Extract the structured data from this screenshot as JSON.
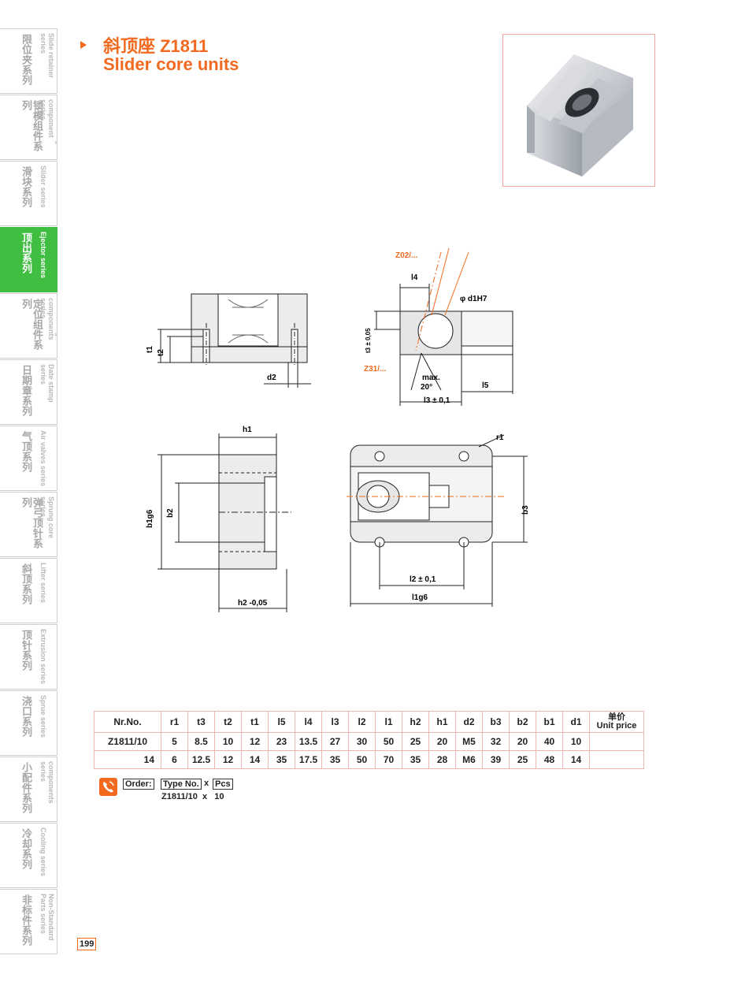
{
  "side_nav": [
    {
      "cn": "限位夹系列",
      "en": "Slide retainer series",
      "active": false
    },
    {
      "cn": "锁模组件系列",
      "en": "Mode locking component series",
      "active": false
    },
    {
      "cn": "滑块系列",
      "en": "Slider series",
      "active": false
    },
    {
      "cn": "顶出系列",
      "en": "Ejector series",
      "active": true
    },
    {
      "cn": "定位组件系列",
      "en": "Positioning components series",
      "active": false
    },
    {
      "cn": "日期章系列",
      "en": "Date stamp series",
      "active": false
    },
    {
      "cn": "气顶系列",
      "en": "Air valves series",
      "active": false
    },
    {
      "cn": "弹弓顶针系列",
      "en": "Sprung core series",
      "active": false
    },
    {
      "cn": "斜顶系列",
      "en": "Lifter series",
      "active": false
    },
    {
      "cn": "顶针系列",
      "en": "Extrusion series",
      "active": false
    },
    {
      "cn": "浇口系列",
      "en": "Sprue series",
      "active": false
    },
    {
      "cn": "小配件系列",
      "en": "Small mould components series",
      "active": false
    },
    {
      "cn": "冷却系列",
      "en": "Cooling series",
      "active": false
    },
    {
      "cn": "非标件系列",
      "en": "Non-Standard Parts series",
      "active": false
    }
  ],
  "header": {
    "title_cn": "斜顶座 Z1811",
    "title_en": "Slider core units"
  },
  "drawing_labels": {
    "t1": "t1",
    "t2": "t2",
    "d2": "d2",
    "l4": "l4",
    "z02": "Z02/...",
    "z31": "Z31/...",
    "d1h7": "φ d1H7",
    "t3": "t3 ± 0,05",
    "max": "max.",
    "deg": "20°",
    "l5": "l5",
    "l3": "l3 ± 0,1",
    "h1": "h1",
    "b1g6": "b1g6",
    "b2": "b2",
    "h2": "h2 -0,05",
    "r1": "r1",
    "b3": "b3",
    "l2": "l2 ± 0,1",
    "l1g6": "l1g6"
  },
  "table": {
    "headers": [
      "Nr.No.",
      "r1",
      "t3",
      "t2",
      "t1",
      "l5",
      "l4",
      "l3",
      "l2",
      "l1",
      "h2",
      "h1",
      "d2",
      "b3",
      "b2",
      "b1",
      "d1"
    ],
    "price_cn": "单价",
    "price_en": "Unit price",
    "rows": [
      [
        "Z1811/10",
        "5",
        "8.5",
        "10",
        "12",
        "23",
        "13.5",
        "27",
        "30",
        "50",
        "25",
        "20",
        "M5",
        "32",
        "20",
        "40",
        "10"
      ],
      [
        "14",
        "6",
        "12.5",
        "12",
        "14",
        "35",
        "17.5",
        "35",
        "50",
        "70",
        "35",
        "28",
        "M6",
        "39",
        "25",
        "48",
        "14"
      ]
    ]
  },
  "order": {
    "label": "Order:",
    "type": "Type No.",
    "x": "x",
    "pcs": "Pcs",
    "example": "Z1811/10  x   10"
  },
  "page_number": "199",
  "colors": {
    "accent": "#f26a1f",
    "active_tab": "#3fbe42",
    "table_border": "#f2b3b3"
  }
}
